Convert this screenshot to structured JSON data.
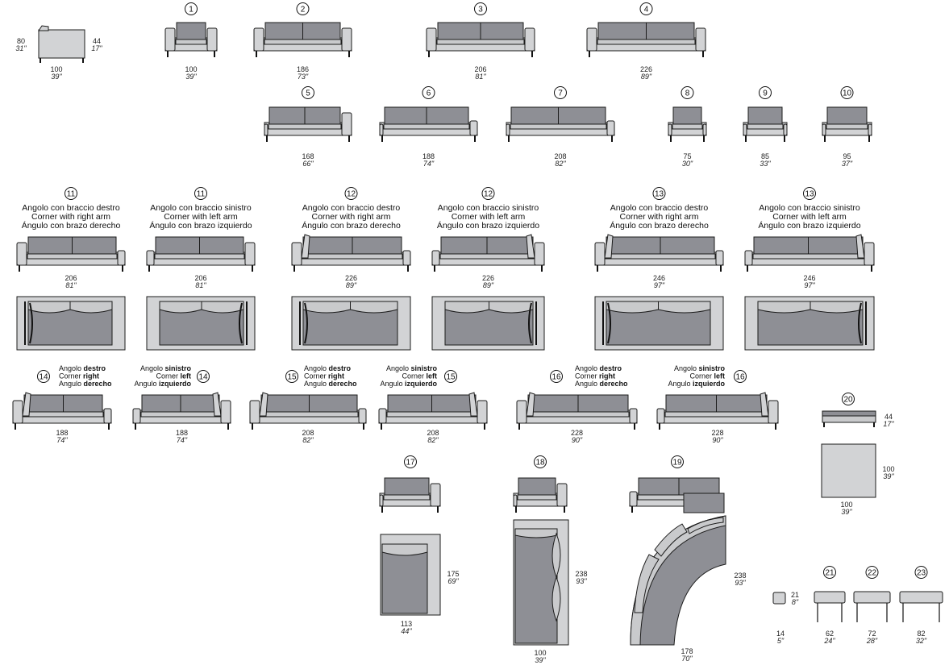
{
  "numbers": [
    "1",
    "2",
    "3",
    "4",
    "5",
    "6",
    "7",
    "8",
    "9",
    "10",
    "11",
    "12",
    "13",
    "14",
    "15",
    "16",
    "17",
    "18",
    "19",
    "20",
    "21",
    "22",
    "23"
  ],
  "captions": {
    "right": [
      "Angolo con braccio destro",
      "Corner with right arm",
      "Ángulo con brazo derecho"
    ],
    "left": [
      "Angolo con braccio sinistro",
      "Corner with left arm",
      "Ángulo con brazo izquierdo"
    ],
    "short_right": [
      [
        "Angolo ",
        "destro"
      ],
      [
        "Corner ",
        "right"
      ],
      [
        "Angulo ",
        "derecho"
      ]
    ],
    "short_left": [
      [
        "Angolo ",
        "sinistro"
      ],
      [
        "Corner ",
        "left"
      ],
      [
        "Angulo ",
        "izquierdo"
      ]
    ]
  },
  "dimensions": {
    "side": {
      "height": [
        "80",
        "31\""
      ],
      "seat": [
        "44",
        "17\""
      ],
      "depth": [
        "100",
        "39\""
      ]
    },
    "m1": [
      "100",
      "39\""
    ],
    "m2": [
      "186",
      "73\""
    ],
    "m3": [
      "206",
      "81\""
    ],
    "m4": [
      "226",
      "89\""
    ],
    "m5": [
      "168",
      "66\""
    ],
    "m6": [
      "188",
      "74\""
    ],
    "m7": [
      "208",
      "82\""
    ],
    "m8": [
      "75",
      "30\""
    ],
    "m9": [
      "85",
      "33\""
    ],
    "m10": [
      "95",
      "37\""
    ],
    "m11": [
      "206",
      "81\""
    ],
    "m12": [
      "226",
      "89\""
    ],
    "m13": [
      "246",
      "97\""
    ],
    "m14": [
      "188",
      "74\""
    ],
    "m15": [
      "208",
      "82\""
    ],
    "m16": [
      "228",
      "90\""
    ],
    "m17_w": [
      "113",
      "44\""
    ],
    "m17_d": [
      "175",
      "69\""
    ],
    "m18_w": [
      "100",
      "39\""
    ],
    "m18_d": [
      "238",
      "93\""
    ],
    "m19_w": [
      "178",
      "70\""
    ],
    "m19_d": [
      "238",
      "93\""
    ],
    "m20_h": [
      "44",
      "17\""
    ],
    "m20_w": [
      "100",
      "39\""
    ],
    "m20_d": [
      "100",
      "39\""
    ],
    "m21_h": [
      "21",
      "8\""
    ],
    "m21_w": [
      "14",
      "5\""
    ],
    "m22": [
      "62",
      "24\""
    ],
    "m23": [
      "72",
      "28\""
    ],
    "m24": [
      "82",
      "32\""
    ]
  }
}
